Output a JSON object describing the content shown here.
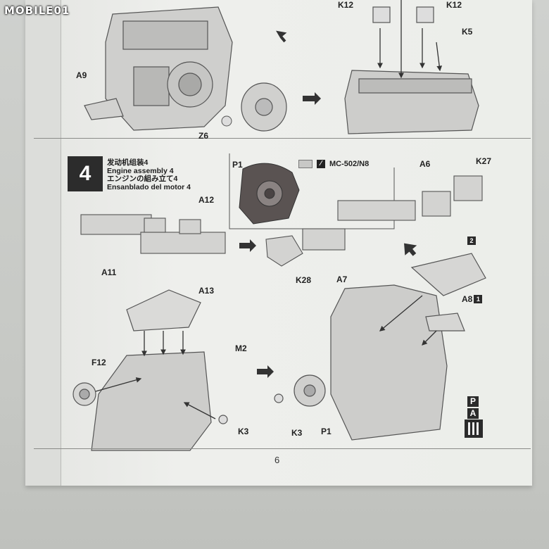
{
  "watermark": "MOBILE01",
  "step": {
    "number": "4",
    "title_cn": "发动机组装4",
    "title_en": "Engine assembly 4",
    "title_jp": "エンジンの組み立て4",
    "title_es": "Ensanblado del motor 4"
  },
  "paint": {
    "code": "MC-502/N8"
  },
  "part_labels": {
    "a9": "A9",
    "z6": "Z6",
    "k12_left": "K12",
    "k12_right": "K12",
    "k5": "K5",
    "p1_top": "P1",
    "a6": "A6",
    "k27": "K27",
    "a12": "A12",
    "a11": "A11",
    "k28": "K28",
    "a7": "A7",
    "a13": "A13",
    "a8": "A8",
    "m2": "M2",
    "f12": "F12",
    "k3_left": "K3",
    "k3_right": "K3",
    "p1_bottom": "P1"
  },
  "tags": {
    "tag_two": "2",
    "tag_one": "1"
  },
  "pa_icon": {
    "p": "P",
    "a": "A"
  },
  "page_number": "6"
}
